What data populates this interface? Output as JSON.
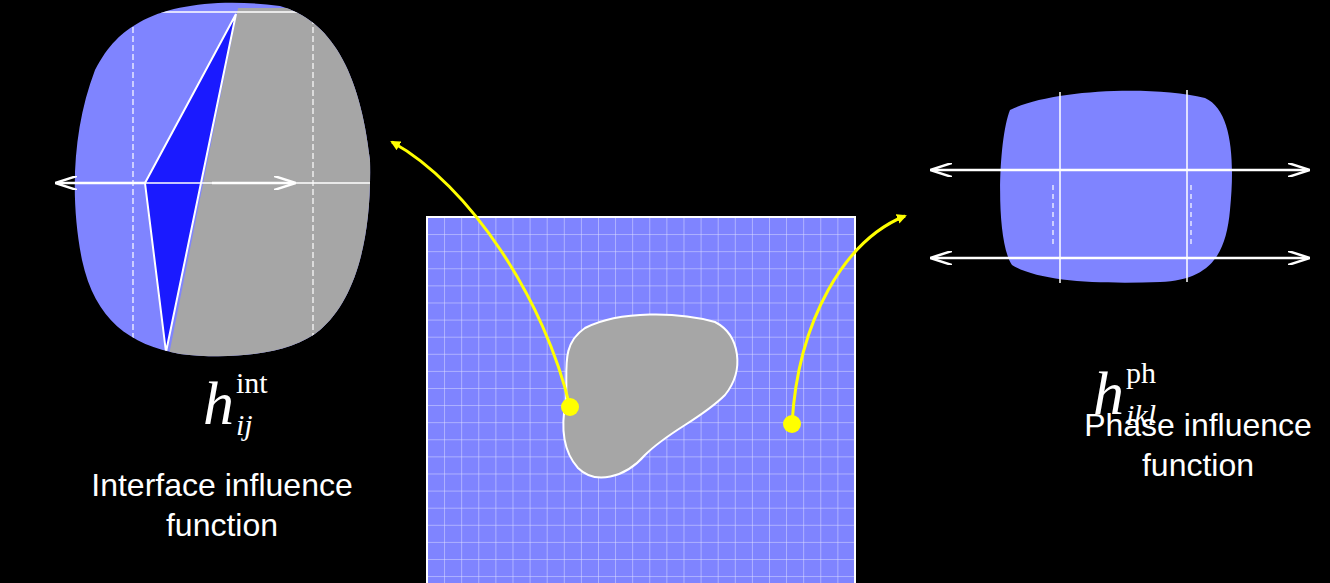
{
  "diagram": {
    "labels": [
      "h",
      "int",
      "ij",
      "Interface influence function",
      "h",
      "ph",
      "ikl",
      "Phase influence function"
    ]
  }
}
